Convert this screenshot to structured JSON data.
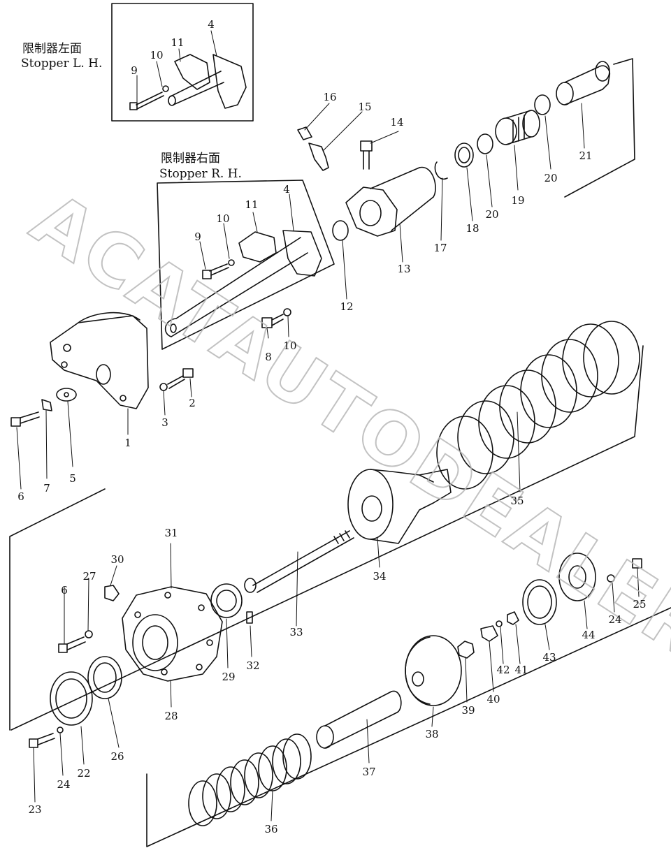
{
  "stopper_left": {
    "cn": "限制器左面",
    "en": "Stopper L. H."
  },
  "stopper_right": {
    "cn": "限制器右面",
    "en": "Stopper R. H."
  },
  "watermark": "ACATAUTODEALER.RU",
  "callouts": {
    "p1": "1",
    "p2": "2",
    "p3": "3",
    "p4a": "4",
    "p4b": "4",
    "p5": "5",
    "p6a": "6",
    "p6b": "6",
    "p7": "7",
    "p8": "8",
    "p9a": "9",
    "p9b": "9",
    "p10a": "10",
    "p10b": "10",
    "p10c": "10",
    "p11a": "11",
    "p11b": "11",
    "p12": "12",
    "p13": "13",
    "p14": "14",
    "p15": "15",
    "p16": "16",
    "p17": "17",
    "p18": "18",
    "p19": "19",
    "p20a": "20",
    "p20b": "20",
    "p21": "21",
    "p22": "22",
    "p23": "23",
    "p24a": "24",
    "p24b": "24",
    "p25": "25",
    "p26": "26",
    "p27": "27",
    "p28": "28",
    "p29": "29",
    "p30": "30",
    "p31": "31",
    "p32": "32",
    "p33": "33",
    "p34": "34",
    "p35": "35",
    "p36": "36",
    "p37": "37",
    "p38": "38",
    "p39": "39",
    "p40": "40",
    "p41": "41",
    "p42": "42",
    "p43": "43",
    "p44": "44"
  }
}
